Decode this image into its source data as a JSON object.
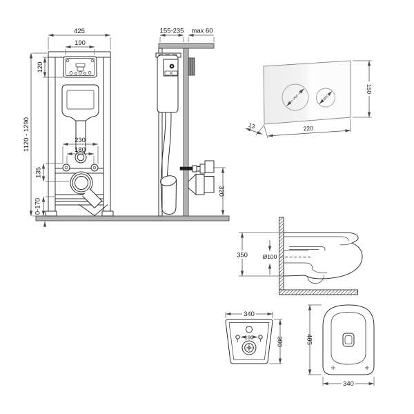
{
  "drawing": {
    "frame_front": {
      "overall_width": "425",
      "cutout_width": "190",
      "cutout_height": "120",
      "overall_height": "1120 - 1290",
      "bolt_spacing_outer": "230",
      "bolt_spacing_inner": "180",
      "outlet_offset": "135",
      "feet_range": "0-170"
    },
    "frame_side": {
      "depth_range": "155-235",
      "wall_clearance": "max 60",
      "outlet_height": "320"
    },
    "flush_plate": {
      "width": "220",
      "height": "150",
      "thickness": "13",
      "button_large": "Ø60",
      "button_small": "Ø50"
    },
    "bowl_side": {
      "mount_height": "350",
      "drain_diameter": "Ø100"
    },
    "bowl_back": {
      "width": "340",
      "height": "300",
      "bolt_spacing": "180"
    },
    "bowl_top": {
      "depth": "485",
      "width": "340"
    }
  }
}
